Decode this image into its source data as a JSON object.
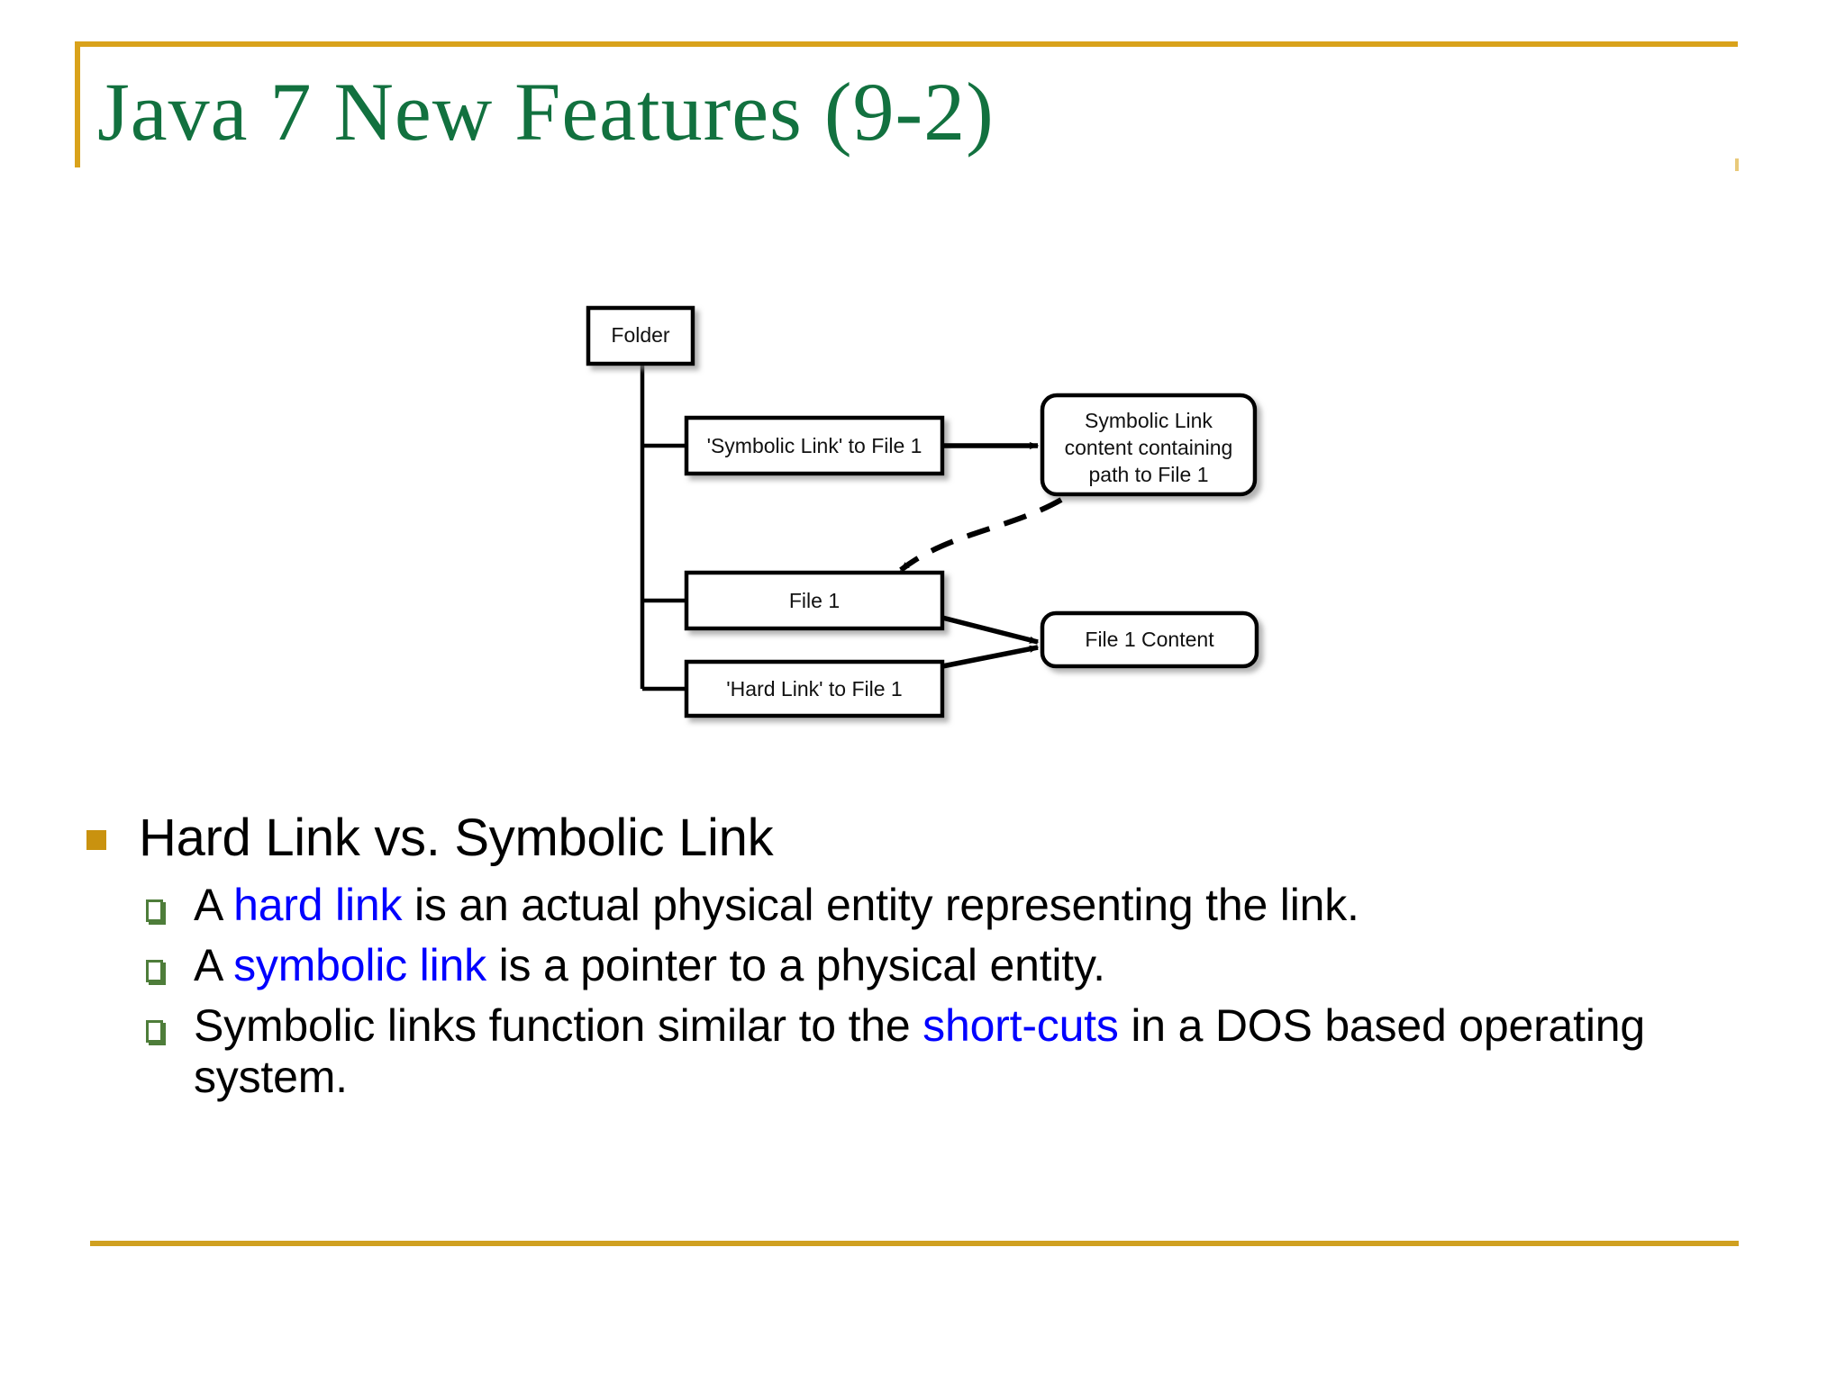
{
  "slide": {
    "title": "Java 7 New Features (9-2)",
    "accent_gold": "#d9a21b",
    "title_green": "#12713f",
    "highlight_blue": "#0000FF",
    "level1_bullet_color": "#c9920f",
    "level2_bullet_color": "#4e7d3a"
  },
  "diagram": {
    "name": "hard-link-vs-symbolic-link-diagram",
    "nodes": {
      "folder": "Folder",
      "symbolic_link_entry": "'Symbolic  Link' to File 1",
      "file1_entry": "File 1",
      "hard_link_entry": "'Hard Link' to File 1",
      "symbolic_link_content_line1": "Symbolic Link",
      "symbolic_link_content_line2": "content containing",
      "symbolic_link_content_line3": "path to File 1",
      "file1_content": "File 1 Content"
    }
  },
  "body": {
    "heading": "Hard Link vs. Symbolic Link",
    "points": [
      {
        "pre": "A ",
        "highlight": "hard link",
        "post": " is an actual physical entity representing the link."
      },
      {
        "pre": "A ",
        "highlight": "symbolic link",
        "post": " is a pointer to a physical entity."
      },
      {
        "pre": "Symbolic links function similar to the ",
        "highlight": "short-cuts",
        "post": " in a DOS based operating system."
      }
    ]
  }
}
